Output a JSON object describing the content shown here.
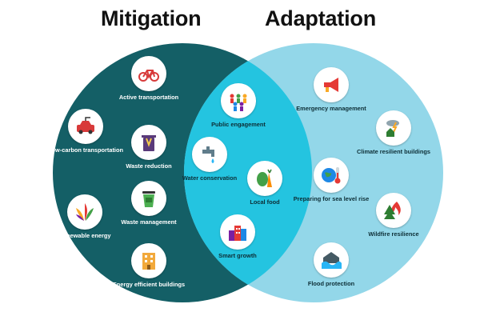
{
  "titles": {
    "left": "Mitigation",
    "right": "Adaptation"
  },
  "colors": {
    "mitigation": "#145f66",
    "adaptation": "#93d7e9",
    "overlap": "#24c4e0"
  },
  "mitigation": {
    "active_transport": "Active transportation",
    "low_carbon": "Low-carbon transportation",
    "waste_reduction": "Waste reduction",
    "renewable": "Renewable energy",
    "waste_mgmt": "Waste management",
    "buildings": "Energy efficient buildings"
  },
  "shared": {
    "public": "Public engagement",
    "water": "Water conservation",
    "food": "Local food",
    "growth": "Smart growth"
  },
  "adaptation": {
    "emergency": "Emergency management",
    "resilient": "Climate resilient buildings",
    "sea": "Preparing for sea level rise",
    "wildfire": "Wildfire resilience",
    "flood": "Flood protection"
  }
}
